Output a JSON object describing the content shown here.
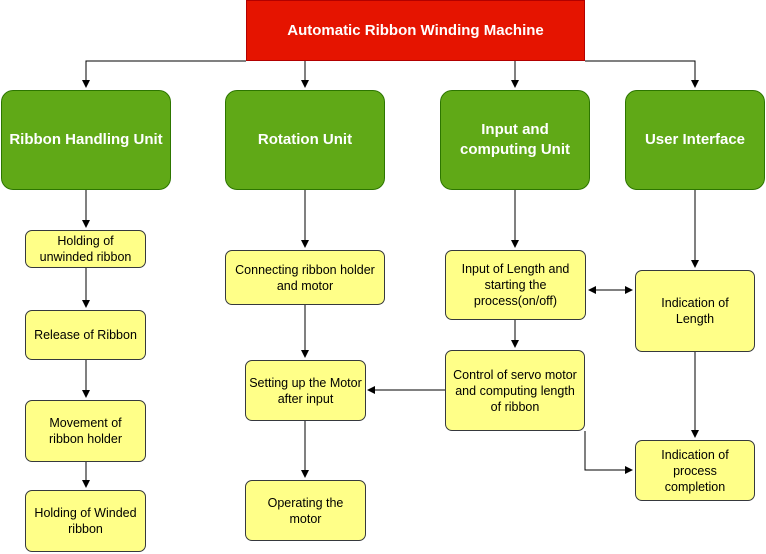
{
  "title": "Automatic Ribbon Winding Machine",
  "units": {
    "ribbon_handling": "Ribbon Handling Unit",
    "rotation": "Rotation Unit",
    "input_computing": "Input and computing Unit",
    "user_interface": "User Interface"
  },
  "tasks": {
    "holding_unwinded": "Holding of unwinded ribbon",
    "release_ribbon": "Release of Ribbon",
    "movement_holder": "Movement of ribbon holder",
    "holding_winded": "Holding of Winded ribbon",
    "connecting_holder": "Connecting ribbon holder and motor",
    "setting_motor": "Setting up the Motor after input",
    "operating_motor": "Operating the motor",
    "input_length": "Input of Length and starting the process(on/off)",
    "control_servo": "Control of servo motor and computing length of ribbon",
    "indication_length": "Indication of Length",
    "indication_completion": "Indication of process completion"
  },
  "colors": {
    "root_fill": "#e51400",
    "unit_fill": "#60a917",
    "task_fill": "#ffff88",
    "line": "#000000"
  }
}
